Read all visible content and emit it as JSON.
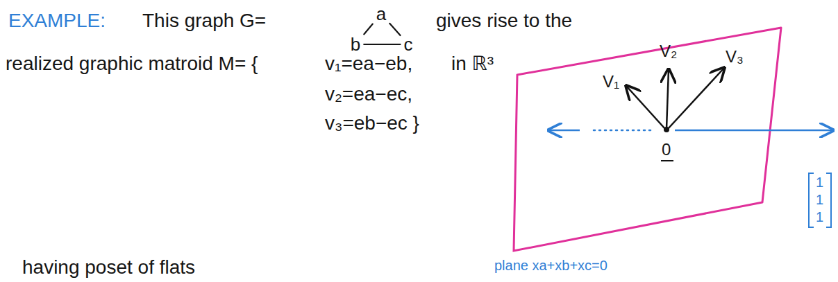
{
  "diagram": {
    "nodes": [
      {
        "text": [
          "a"
        ]
      },
      {
        "text": [
          "b"
        ]
      },
      {
        "text": [
          "c"
        ]
      }
    ],
    "edges": [
      {
        "from": 0,
        "to": 1,
        "arrow": "none"
      },
      {
        "from": 0,
        "to": 2,
        "arrow": "none"
      },
      {
        "from": 1,
        "to": 2,
        "arrow": "none"
      }
    ],
    "labels": [
      "EXAMPLE:",
      "This graph G=",
      "gives rise to the",
      "realized graphic matroid M= {",
      "v₁=ea−eb,",
      "in ℝ³",
      "v₂=ea−ec,",
      "v₃=eb−ec }",
      "V₁",
      "V₂",
      "V₃",
      "0",
      "1",
      "1",
      "1",
      "plane xa+xb+xc=0",
      "having poset of flats"
    ]
  }
}
